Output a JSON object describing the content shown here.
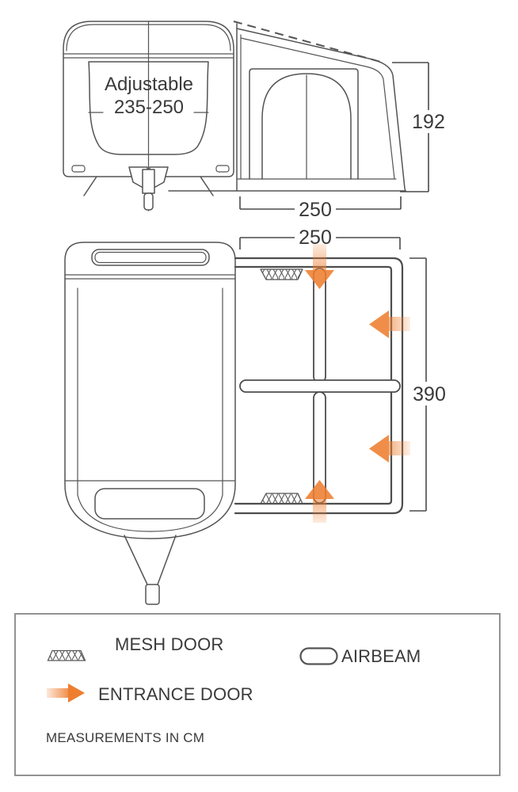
{
  "colors": {
    "line": "#545454",
    "text": "#3a3a3a",
    "accent_orange": "#EE7E30",
    "background": "#ffffff",
    "legend_border": "#929292"
  },
  "side_view": {
    "caravan_label_line1": "Adjustable",
    "caravan_label_line2": "235-250",
    "height_dim": "192",
    "width_dim": "250"
  },
  "plan_view": {
    "width_dim": "250",
    "depth_dim": "390"
  },
  "legend": {
    "mesh_door_label": "MESH DOOR",
    "airbeam_label": "AIRBEAM",
    "entrance_door_label": "ENTRANCE DOOR",
    "note": "MEASUREMENTS IN CM"
  }
}
